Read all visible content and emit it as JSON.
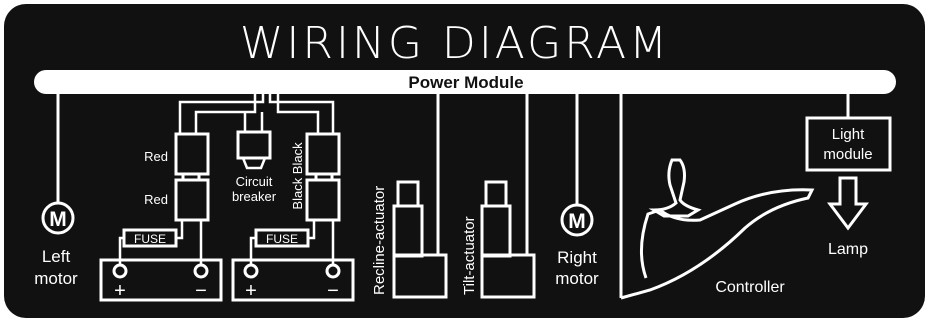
{
  "title": "WIRING DIAGRAM",
  "power_module": "Power Module",
  "left_motor": {
    "symbol": "M",
    "line1": "Left",
    "line2": "motor"
  },
  "right_motor": {
    "symbol": "M",
    "line1": "Right",
    "line2": "motor"
  },
  "left_battery_pack": {
    "wire1": "Red",
    "wire2": "Red",
    "fuse": "FUSE",
    "plus": "+",
    "minus": "−"
  },
  "right_battery_pack": {
    "wires": "Black Black",
    "fuse": "FUSE",
    "plus": "+",
    "minus": "−"
  },
  "circuit_breaker": {
    "line1": "Circuit",
    "line2": "breaker"
  },
  "recline_actuator": "Recline-actuator",
  "tilt_actuator": "Tilt-actuator",
  "controller": "Controller",
  "light_module": {
    "line1": "Light",
    "line2": "module"
  },
  "lamp": "Lamp",
  "colors": {
    "panel": "#111111",
    "line": "#ffffff",
    "text": "#ffffff"
  }
}
